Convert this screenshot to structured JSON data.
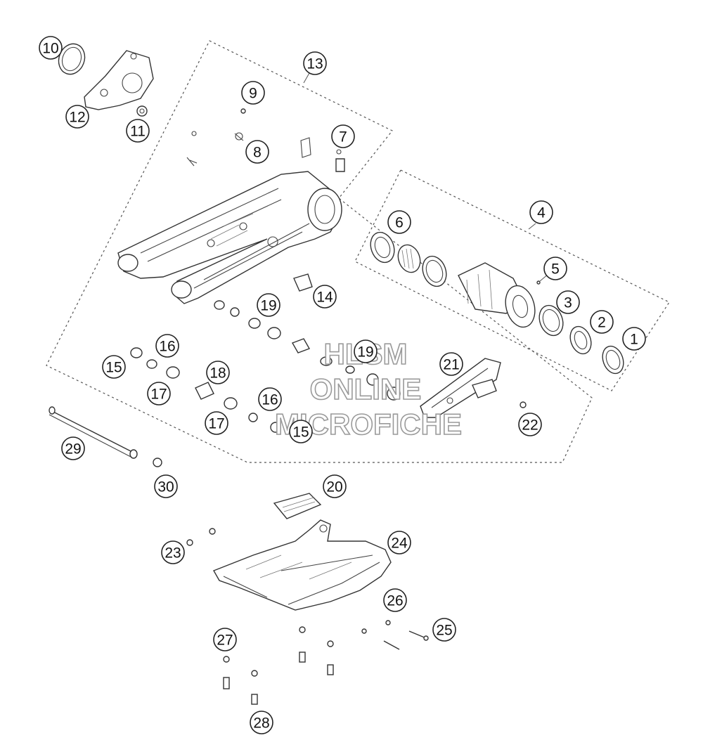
{
  "watermark": {
    "line1": "HLSM",
    "line2": "ONLINE",
    "line3": "MICROFICHE"
  },
  "callouts": [
    "1",
    "2",
    "3",
    "4",
    "5",
    "6",
    "7",
    "8",
    "9",
    "10",
    "11",
    "12",
    "13",
    "14",
    "15",
    "15",
    "16",
    "16",
    "17",
    "17",
    "18",
    "19",
    "19",
    "20",
    "21",
    "22",
    "23",
    "24",
    "25",
    "26",
    "27",
    "28",
    "29",
    "30"
  ],
  "parts": {
    "swingarm": "swingarm",
    "chain_slider": "chain-slider",
    "skid_plate": "skid-plate",
    "axle": "pivot-axle"
  }
}
